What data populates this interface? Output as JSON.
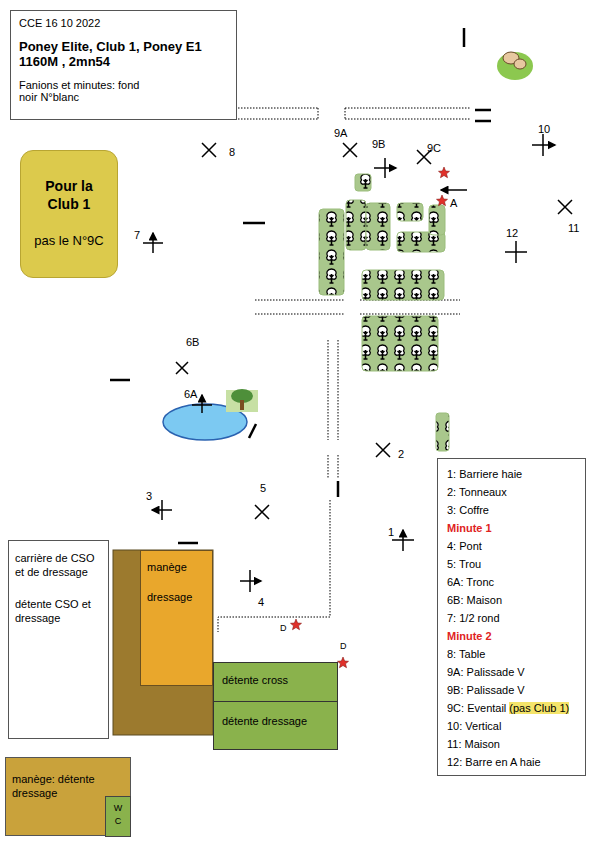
{
  "diagram": {
    "nodes": [
      {
        "text": [
          "CCE 16 10 2022",
          "Poney Elite, Club 1, Poney E1",
          "1160M , 2mn54",
          "Fanions et minutes: fond noir N°blanc"
        ]
      },
      {
        "text": [
          "Pour la Club 1",
          "pas le N°9C"
        ]
      },
      {
        "text": [
          "1: Barriere haie",
          "2: Tonneaux",
          "3: Coffre",
          "Minute 1",
          "4: Pont",
          "5: Trou",
          "6A: Tronc",
          "6B: Maison",
          "7: 1/2 rond",
          "Minute 2",
          "8: Table",
          "9A: Palissade V",
          "9B: Palissade V",
          "9C: Eventail",
          "(pas Club 1)",
          "10: Vertical",
          "11: Maison",
          "12: Barre en A haie"
        ]
      },
      {
        "text": [
          "carrière de CSO et de dressage",
          "détente CSO et dressage"
        ]
      },
      {
        "text": [
          "manège",
          "dressage"
        ]
      },
      {
        "text": [
          "détente cross"
        ]
      },
      {
        "text": [
          "détente dressage"
        ]
      },
      {
        "text": [
          "manège: détente dressage"
        ]
      },
      {
        "text": [
          "W C"
        ],
        "in": 7
      }
    ],
    "labels": [
      "1",
      "2",
      "3",
      "4",
      "5",
      "6A",
      "6B",
      "7",
      "8",
      "9A",
      "9B",
      "9C",
      "10",
      "11",
      "12",
      "A",
      "D",
      "D"
    ]
  }
}
